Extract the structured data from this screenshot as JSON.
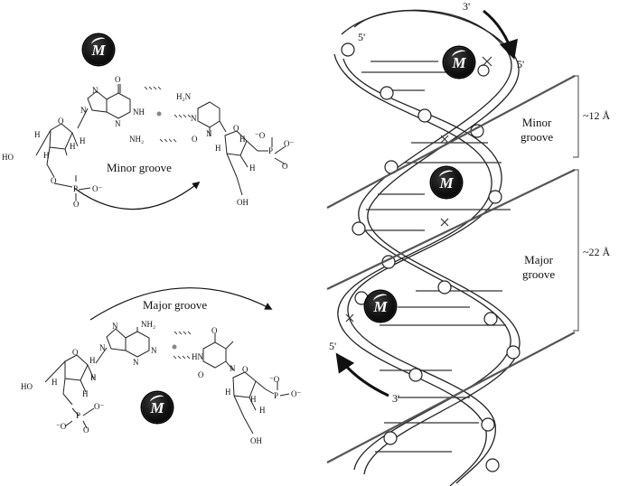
{
  "metal_ion_symbol": "M",
  "top_pair": {
    "groove_label": "Minor groove",
    "guanine_labels": {
      "o": "O",
      "nh": "NH",
      "n7": "N",
      "n9": "N",
      "n3": "N",
      "nh2": "NH₂"
    },
    "cytosine_labels": {
      "h2n": "H₂N",
      "n3": "N",
      "o2": "O",
      "n1": "N"
    },
    "sugar_left": {
      "ho": "HO",
      "o": "O",
      "h1": "H",
      "h2": "H",
      "h3": "H",
      "h4": "H",
      "po_o": "O",
      "p": "P",
      "o_minus": "O⁻",
      "o_bottom": "O"
    },
    "sugar_right": {
      "o": "O",
      "h1": "H",
      "h2": "H",
      "h3": "H",
      "oh": "OH",
      "p": "P",
      "o_minus1": "⁻O",
      "o_minus2": "O⁻",
      "o_bottom": "O"
    }
  },
  "bottom_pair": {
    "groove_label": "Major groove",
    "adenine_labels": {
      "nh2": "NH₂",
      "n7": "N",
      "n9": "N",
      "n1": "N",
      "n3": "N"
    },
    "thymine_labels": {
      "o": "O",
      "hn": "HN",
      "o2": "O",
      "n1": "N"
    },
    "sugar_left": {
      "ho": "HO",
      "o": "O",
      "h1": "H",
      "h2": "H",
      "h3": "H",
      "h4": "H",
      "p": "P",
      "o_minus1": "⁻O",
      "o_minus2": "O⁻",
      "o_bottom": "O"
    },
    "sugar_right": {
      "o": "O",
      "h1": "H",
      "h2": "H",
      "h3": "H",
      "oh": "OH",
      "p": "P",
      "o_minus": "O⁻",
      "o_minus2": "⁻O"
    }
  },
  "helix": {
    "strand_end_top_left": "5'",
    "strand_end_top_right": "3'",
    "strand_end_top_tail": "5'",
    "strand_end_bottom_left": "5'",
    "strand_end_bottom_right": "3'",
    "minor_groove_label": "Minor\ngroove",
    "major_groove_label": "Major\ngroove",
    "minor_width": "~12 Å",
    "major_width": "~22 Å"
  }
}
